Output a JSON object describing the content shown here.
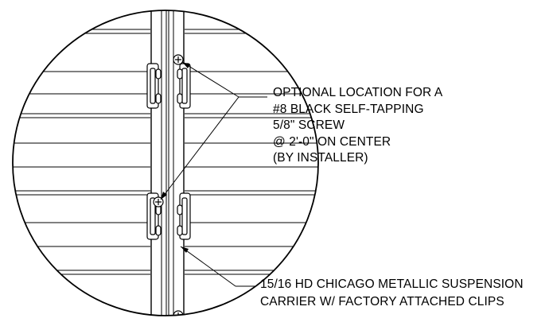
{
  "notes": {
    "screw": {
      "lines": [
        "OPTIONAL LOCATION FOR A",
        "#8 BLACK SELF-TAPPING",
        "5/8\" SCREW",
        "@ 2'-0\" ON CENTER",
        "(BY INSTALLER)"
      ]
    },
    "carrier": {
      "lines": [
        "15/16 HD CHICAGO METALLIC SUSPENSION",
        "CARRIER W/ FACTORY ATTACHED CLIPS"
      ]
    }
  },
  "colors": {
    "line": "#000000",
    "background": "#ffffff"
  }
}
